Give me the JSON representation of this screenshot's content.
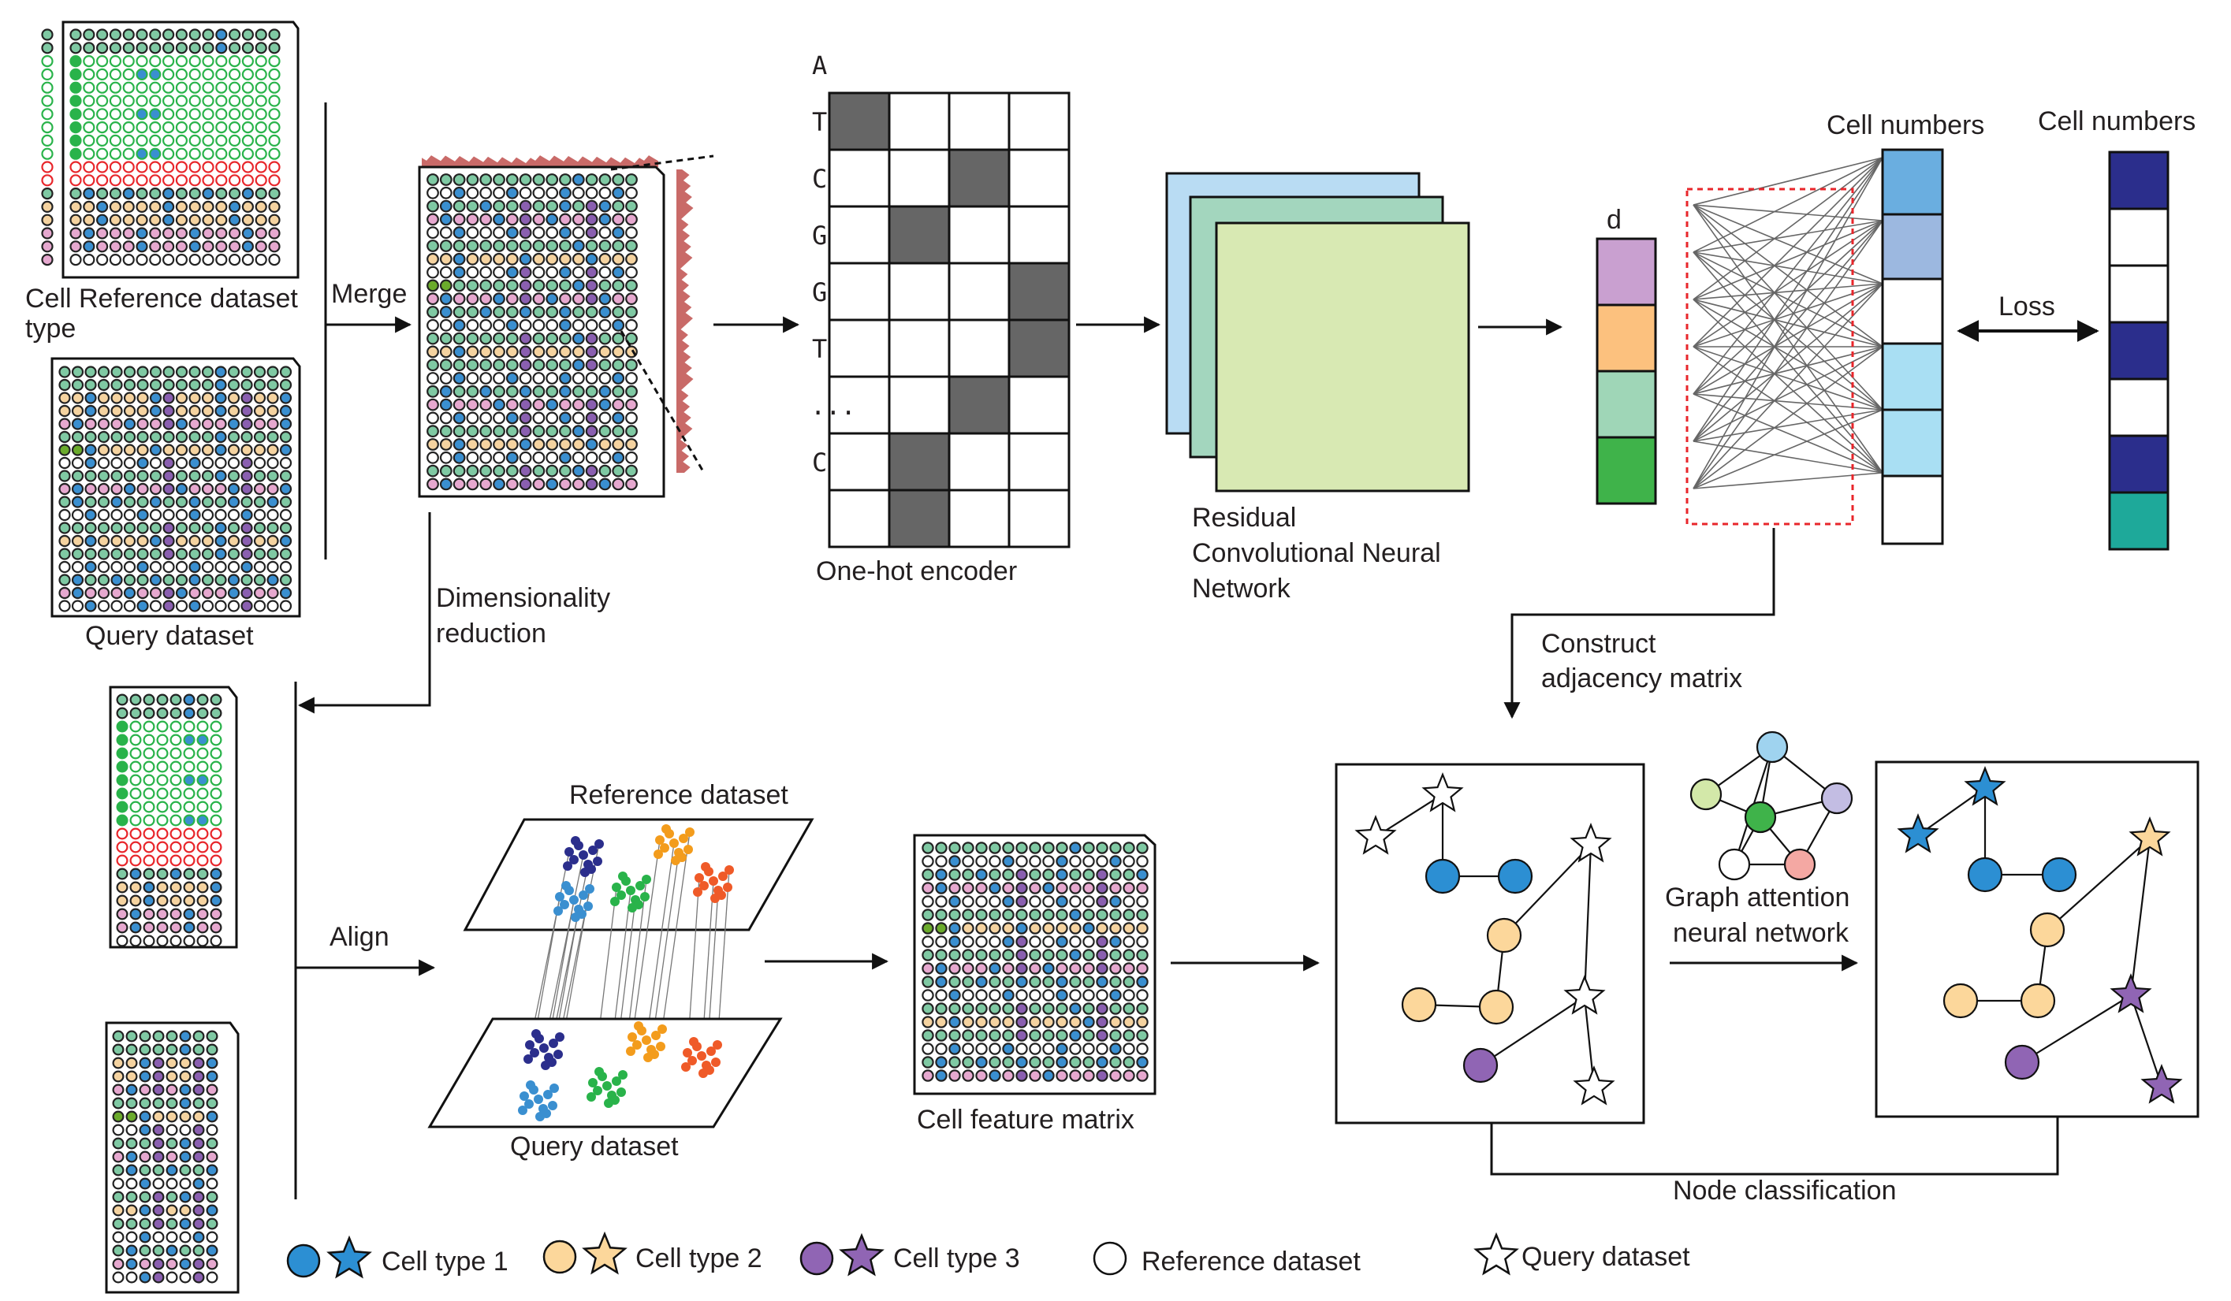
{
  "top": {
    "cell_label": "Cell",
    "type_label": "type",
    "reference_label": "Reference dataset",
    "query_label": "Query dataset",
    "merge_label": "Merge",
    "dimred_line1": "Dimensionality",
    "dimred_line2": "reduction",
    "onehot_letters": [
      "A",
      "T",
      "C",
      "G",
      "G",
      "T",
      "...",
      "C"
    ],
    "onehot_label": "One-hot encoder",
    "rcnn_line1": "Residual",
    "rcnn_line2": "Convolutional Neural",
    "rcnn_line3": "Network",
    "d_label": "d",
    "cell_numbers_1": "Cell numbers",
    "cell_numbers_2": "Cell numbers",
    "loss_label": "Loss",
    "construct_line1": "Construct",
    "construct_line2": "adjacency matrix"
  },
  "bottom": {
    "align_label": "Align",
    "plane_ref_label": "Reference dataset",
    "plane_query_label": "Query dataset",
    "cell_feature_label": "Cell feature matrix",
    "gat_line1": "Graph attention",
    "gat_line2": "neural network",
    "node_class_label": "Node classification"
  },
  "legend": {
    "cell_type_1": "Cell type 1",
    "cell_type_2": "Cell type 2",
    "cell_type_3": "Cell type 3",
    "reference": "Reference dataset",
    "query": "Query dataset"
  },
  "colors": {
    "teal": "#7fc9a3",
    "blue": "#3a8fd0",
    "green": "#29b34a",
    "red": "#e8262b",
    "peach": "#f5d3a0",
    "pink": "#e6a8cf",
    "purple": "#8a5fb0",
    "olive": "#6bab2c",
    "navy": "#2b2e8c",
    "cell_type_1": "#2c8fd3",
    "cell_type_2": "#fcd79b",
    "cell_type_3": "#9065b4"
  }
}
